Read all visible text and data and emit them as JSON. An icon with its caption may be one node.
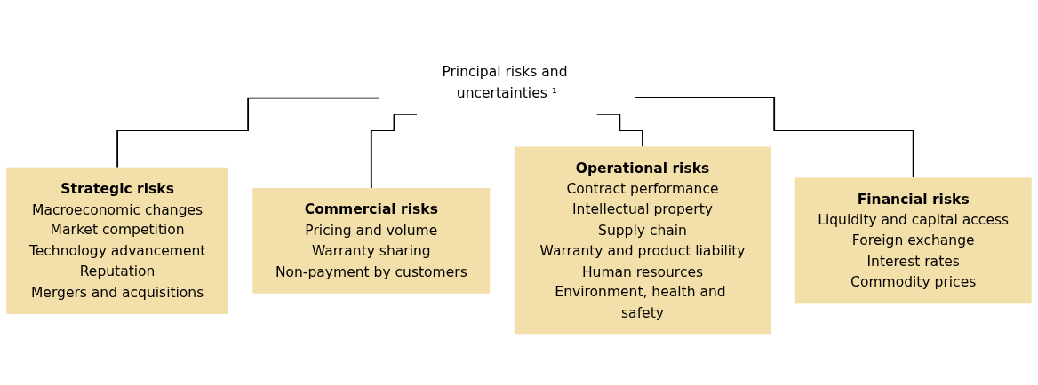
{
  "diagram": {
    "nodes": [
      {
        "text": [
          "Principal risks and uncertainties ¹"
        ]
      },
      {
        "text": [
          "Strategic risks",
          "Macroeconomic changes",
          "Market competition",
          "Technology advancement",
          "Reputation",
          "Mergers and acquisitions"
        ]
      },
      {
        "text": [
          "Commercial risks",
          "Pricing and volume",
          "Warranty sharing",
          "Non-payment by customers"
        ]
      },
      {
        "text": [
          "Operational risks",
          "Contract performance",
          "Intellectual property",
          "Supply chain",
          "Warranty and product liability",
          "Human resources",
          "Environment, health and safety"
        ]
      },
      {
        "text": [
          "Financial risks",
          "Liquidity and capital access",
          "Foreign exchange",
          "Interest rates",
          "Commodity prices"
        ]
      }
    ],
    "edges": [
      {
        "from": 0,
        "to": 1,
        "arrow": "none"
      },
      {
        "from": 0,
        "to": 2,
        "arrow": "none"
      },
      {
        "from": 0,
        "to": 3,
        "arrow": "none"
      },
      {
        "from": 0,
        "to": 4,
        "arrow": "none"
      }
    ]
  }
}
